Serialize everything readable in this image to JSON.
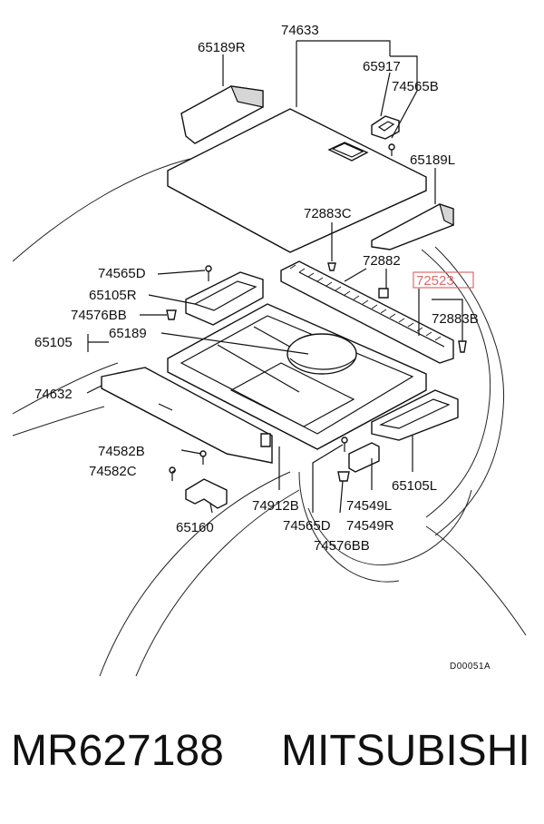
{
  "diagram": {
    "callouts": {
      "c74633": "74633",
      "c65189R": "65189R",
      "c65917": "65917",
      "c74565B": "74565B",
      "c65189L": "65189L",
      "c72883C": "72883C",
      "c72882": "72882",
      "c72523": "72523",
      "c72883B": "72883B",
      "c74565D_top": "74565D",
      "c65105R": "65105R",
      "c74576BB_top": "74576BB",
      "c65105": "65105",
      "c65189": "65189",
      "c74632": "74632",
      "c74582B": "74582B",
      "c74582C": "74582C",
      "c65160": "65160",
      "c74912B": "74912B",
      "c74565D_bot": "74565D",
      "c74576BB_bot": "74576BB",
      "c74549L": "74549L",
      "c74549R": "74549R",
      "c65105L": "65105L"
    },
    "figure_code": "D00051A",
    "highlight_color": "#e06a6a"
  },
  "footer": {
    "part_number": "MR627188",
    "brand": "MITSUBISHI"
  }
}
